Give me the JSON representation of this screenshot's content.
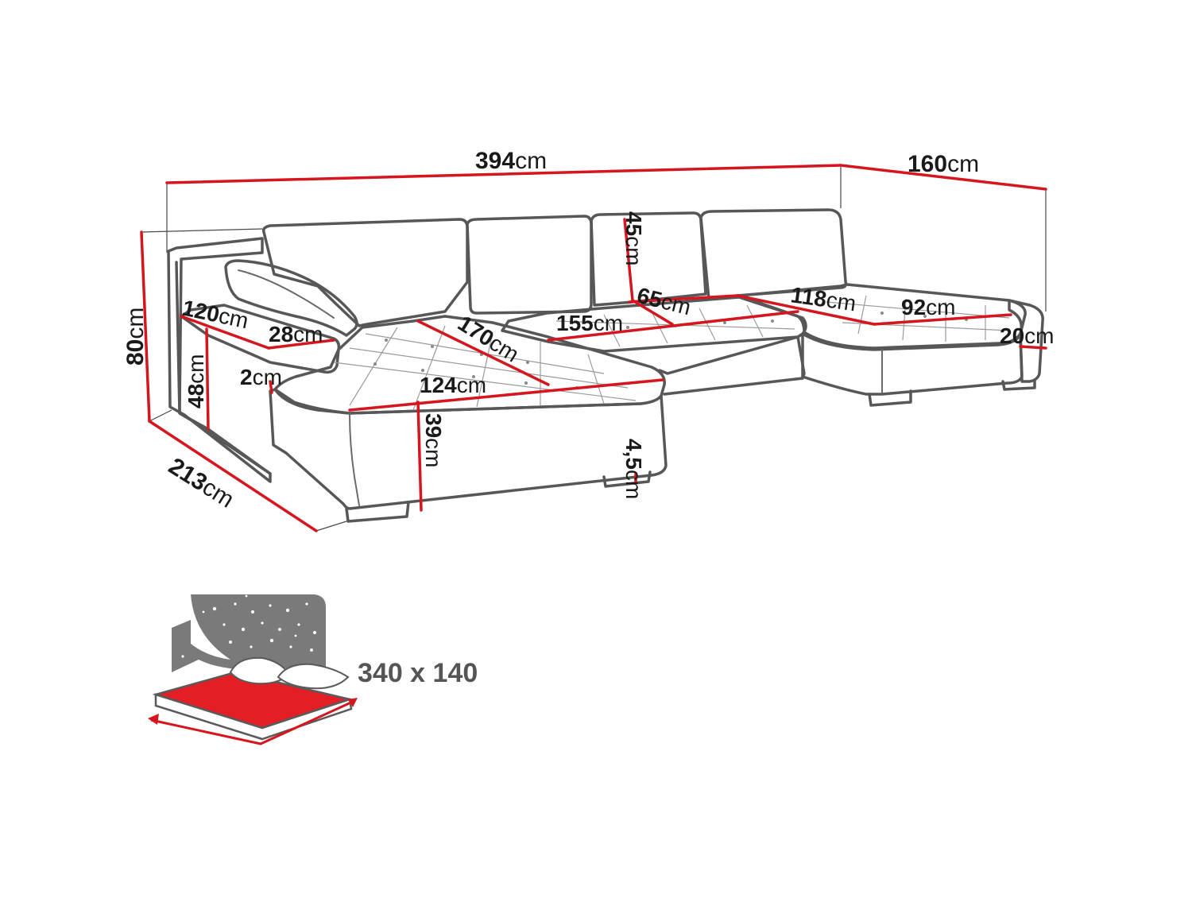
{
  "unit": "cm",
  "dimensions": {
    "total_width": "394",
    "chaise_depth": "160",
    "height": "80",
    "armrest_length": "120",
    "armrest_width": "28",
    "armrest_height": "48",
    "armrest_offset": "2",
    "left_depth": "213",
    "chaise_length": "170",
    "seat_width_left": "124",
    "seat_height": "39",
    "leg_height": "4,5",
    "backrest_height": "45",
    "center_seat_width": "155",
    "center_seat_depth": "65",
    "right_seat_length": "118",
    "right_seat_width": "92",
    "right_seat_thickness": "20"
  },
  "sleeping_area": {
    "label": "340 x 140",
    "icon": "bed-with-stars-icon"
  },
  "colors": {
    "dimension_line": "#d6161f",
    "outline": "#575757",
    "bed_mattress": "#e31e24",
    "night_panel": "#7a7a7a"
  }
}
